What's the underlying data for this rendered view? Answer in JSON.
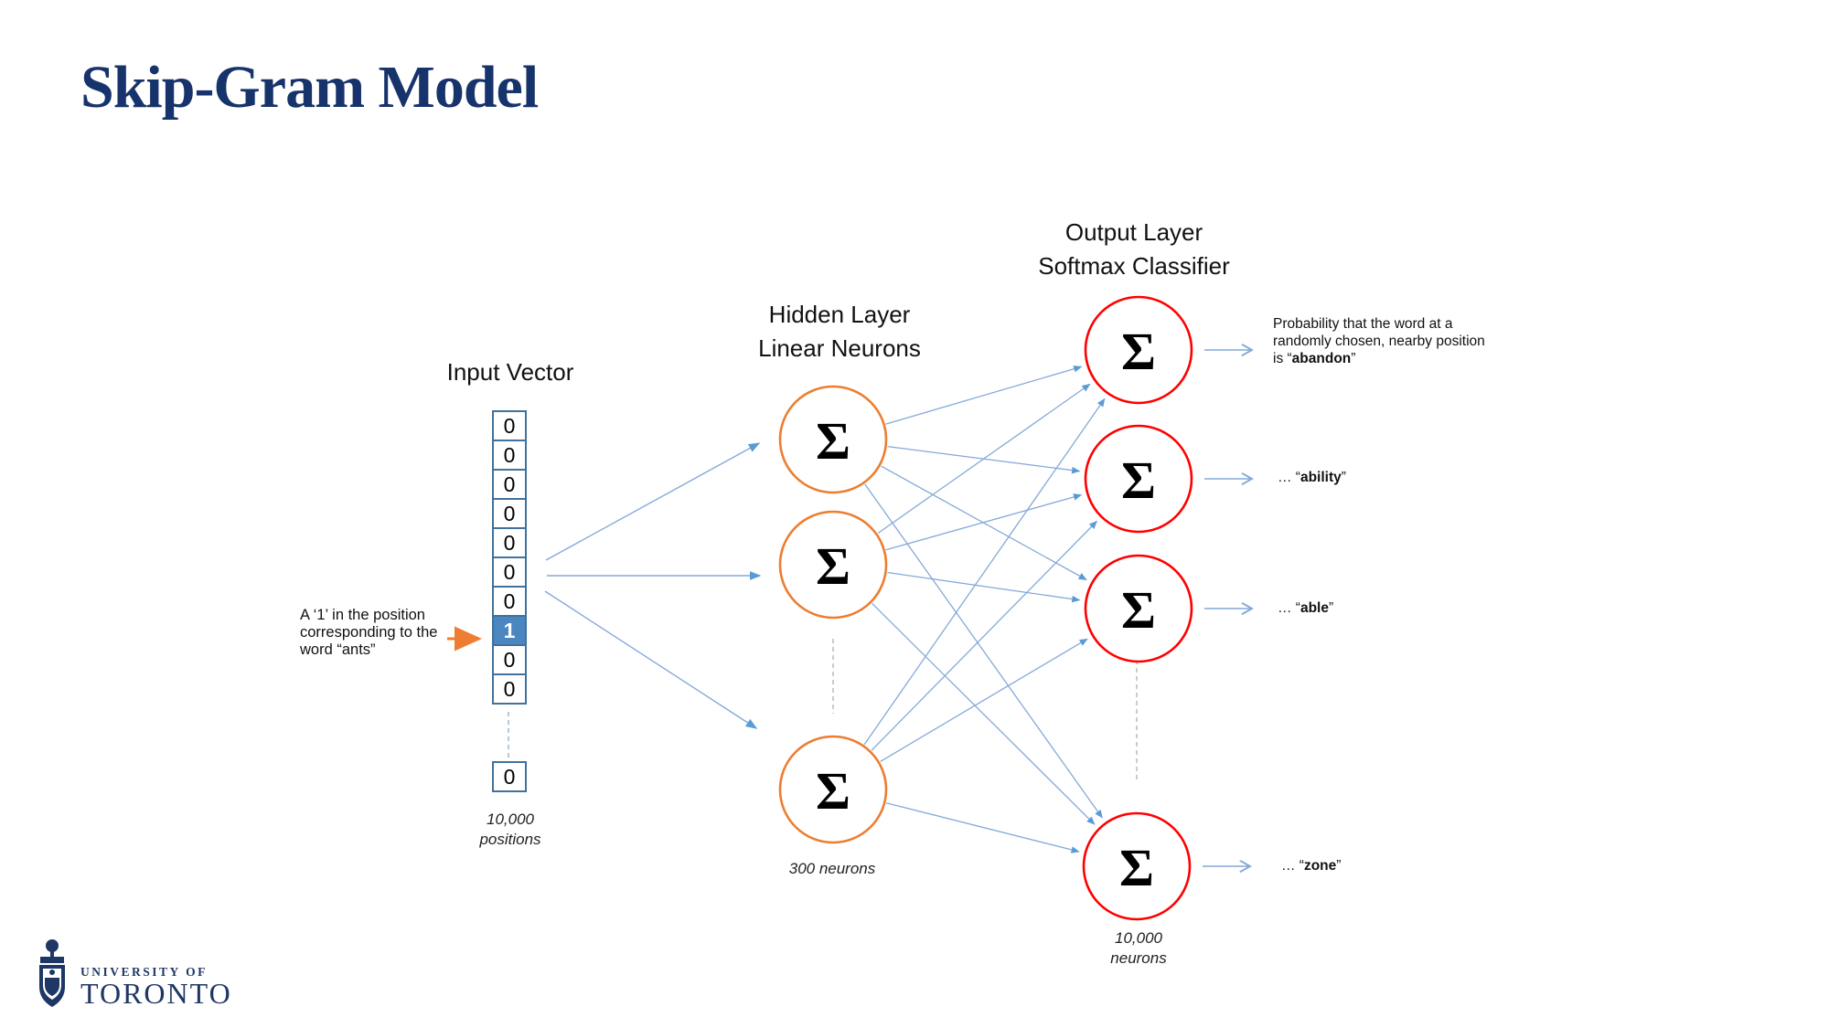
{
  "slide": {
    "title": "Skip-Gram Model"
  },
  "input_vector": {
    "label": "Input Vector",
    "cells": [
      "0",
      "0",
      "0",
      "0",
      "0",
      "0",
      "0",
      "1",
      "0",
      "0"
    ],
    "tail_cell": "0",
    "hot_index": 7,
    "size_line1": "10,000",
    "size_line2": "positions",
    "annotation": {
      "line1": "A ‘1’ in the position",
      "line2": "corresponding to the",
      "line3": "word “ants”"
    }
  },
  "hidden_layer": {
    "label_line1": "Hidden Layer",
    "label_line2": "Linear Neurons",
    "neuron_symbol": "Σ",
    "count_label": "300 neurons"
  },
  "output_layer": {
    "label_line1": "Output Layer",
    "label_line2": "Softmax Classifier",
    "neuron_symbol": "Σ",
    "count_line1": "10,000",
    "count_line2": "neurons"
  },
  "output_annotations": [
    {
      "text_before": "Probability that the word at a randomly chosen, nearby position is “",
      "word": "abandon",
      "text_after": "”"
    },
    {
      "text_before": "… “",
      "word": "ability",
      "text_after": "”"
    },
    {
      "text_before": "… “",
      "word": "able",
      "text_after": "”"
    },
    {
      "text_before": "… “",
      "word": "zone",
      "text_after": "”"
    }
  ],
  "logo": {
    "line1": "UNIVERSITY OF",
    "line2": "TORONTO"
  },
  "colors": {
    "title_navy": "#17336B",
    "hidden_stroke": "#ED7D31",
    "output_stroke": "#FF0000",
    "line_blue": "#84A9D9",
    "arrow_blue": "#5B9BD5",
    "accent_orange": "#ED7D31",
    "cell_border": "#41719C",
    "hot_cell_fill": "#4A86C0",
    "dash_grey": "#ABABAB",
    "logo_navy": "#1E3765"
  }
}
